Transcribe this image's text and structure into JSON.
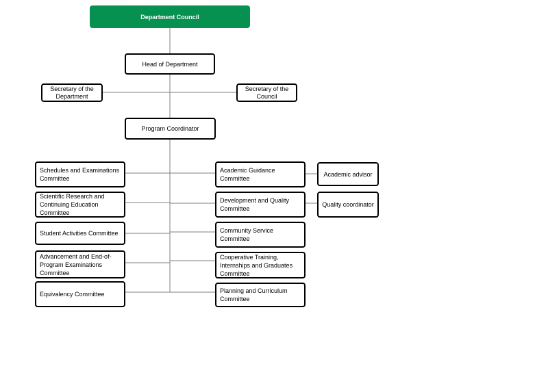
{
  "chart": {
    "top": "Department Council",
    "head": "Head of Department",
    "secretary_department": "Secretary of the\nDepartment",
    "secretary_council": "Secretary of the\nCouncil",
    "coordinator": "Program Coordinator",
    "left_committees": [
      "Schedules and Examinations\nCommittee",
      "Scientific Research and\nContinuing Education\nCommittee",
      "Student Activities Committee",
      "Advancement and End-of-\nProgram Examinations\nCommittee",
      "Equivalency Committee"
    ],
    "right_committees": [
      "Academic Guidance\nCommittee",
      "Development and Quality\nCommittee",
      "Community Service\nCommittee",
      "Cooperative Training,\nInternships and Graduates\nCommittee",
      "Planning and Curriculum\nCommittee"
    ],
    "academic_advisor": "Academic advisor",
    "quality_coordinator": "Quality coordinator"
  },
  "colors": {
    "header_fill": "#079151",
    "border": "#000000",
    "line": "#7f7f7f"
  }
}
